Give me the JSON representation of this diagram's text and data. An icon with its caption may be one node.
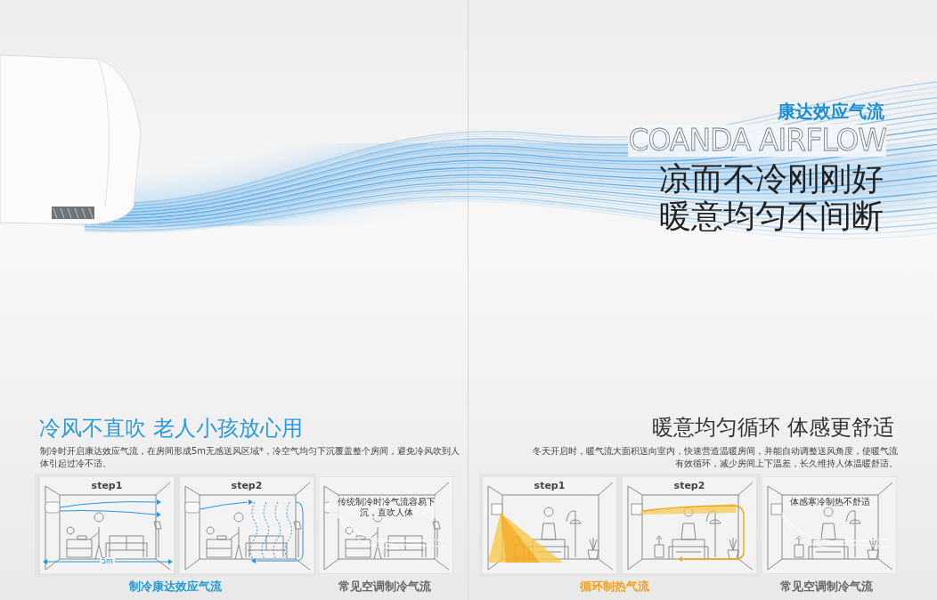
{
  "diagram": {
    "nodes": [
      {
        "text": [
          "step1"
        ]
      },
      {
        "text": [
          "step2"
        ]
      },
      {
        "text": [
          "传统制冷时冷气流容易下沉，直吹人体"
        ]
      },
      {
        "text": [
          "step1"
        ]
      },
      {
        "text": [
          "step2"
        ]
      },
      {
        "text": [
          "体感寒冷制热不舒适"
        ]
      }
    ],
    "labels": [
      "康达效应气流",
      "COANDA AIRFLOW",
      "凉而不冷刚刚好",
      "暖意均匀不间断",
      "冷风不直吹 老人小孩放心用",
      "制冷时开启康达效应气流，在房间形成5m无感送风区域*，冷空气均匀下沉覆盖整个房间，避免冷风吹到人体引起过冷不适。",
      "暖意均匀循环 体感更舒适",
      "冬天开启时，暖气流大面积送向室内，快速营造温暖房间，并能自动调整送风角度，使暖气流有效循环，减少房间上下温差，长久维持人体温暖舒适。",
      "5m",
      "制冷康达效应气流",
      "常见空调制冷气流",
      "循环制热气流",
      "常见空调制冷气流"
    ]
  }
}
